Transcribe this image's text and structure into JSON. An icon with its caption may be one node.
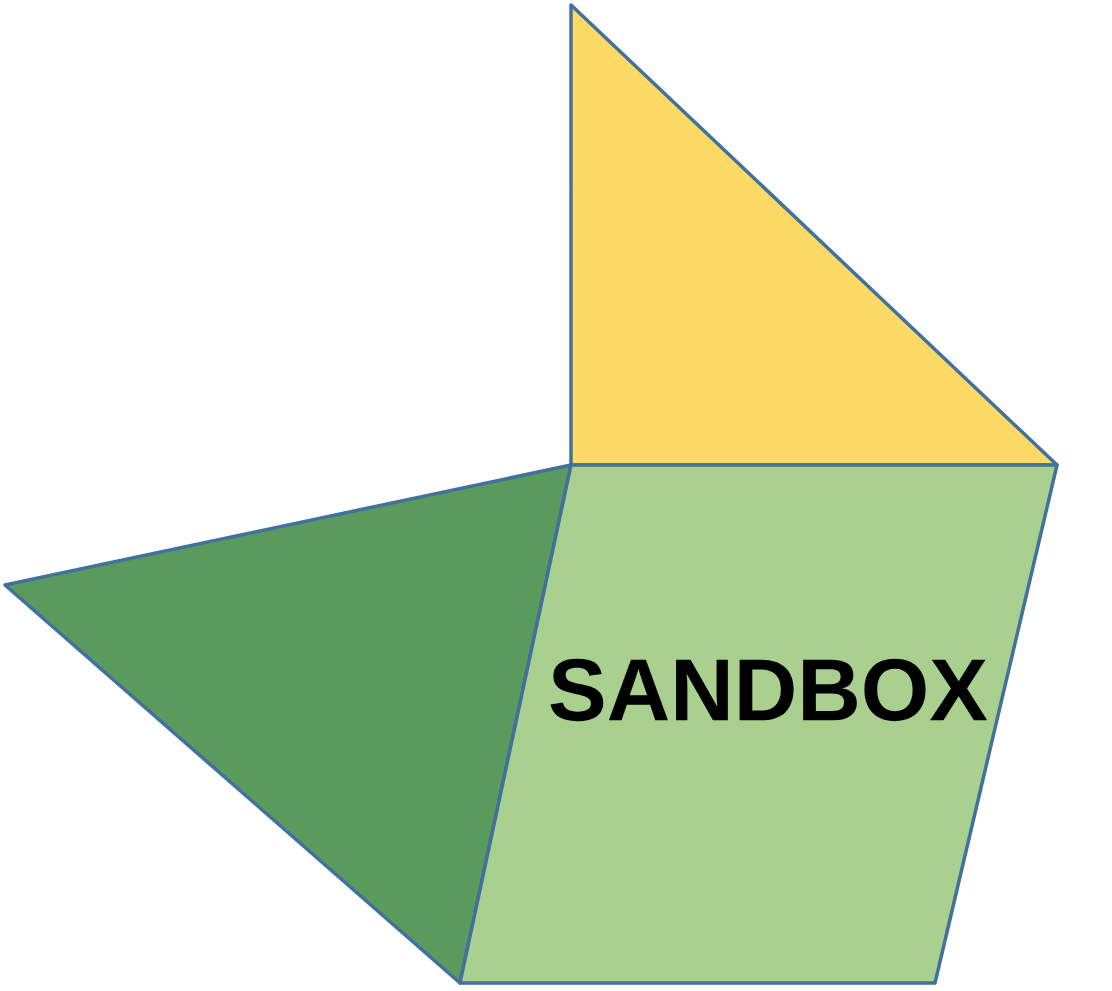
{
  "diagram": {
    "nodes": [
      {
        "text": [],
        "shape": "triangle"
      },
      {
        "text": [],
        "shape": "triangle"
      },
      {
        "text": [
          "SANDBOX"
        ]
      }
    ]
  }
}
